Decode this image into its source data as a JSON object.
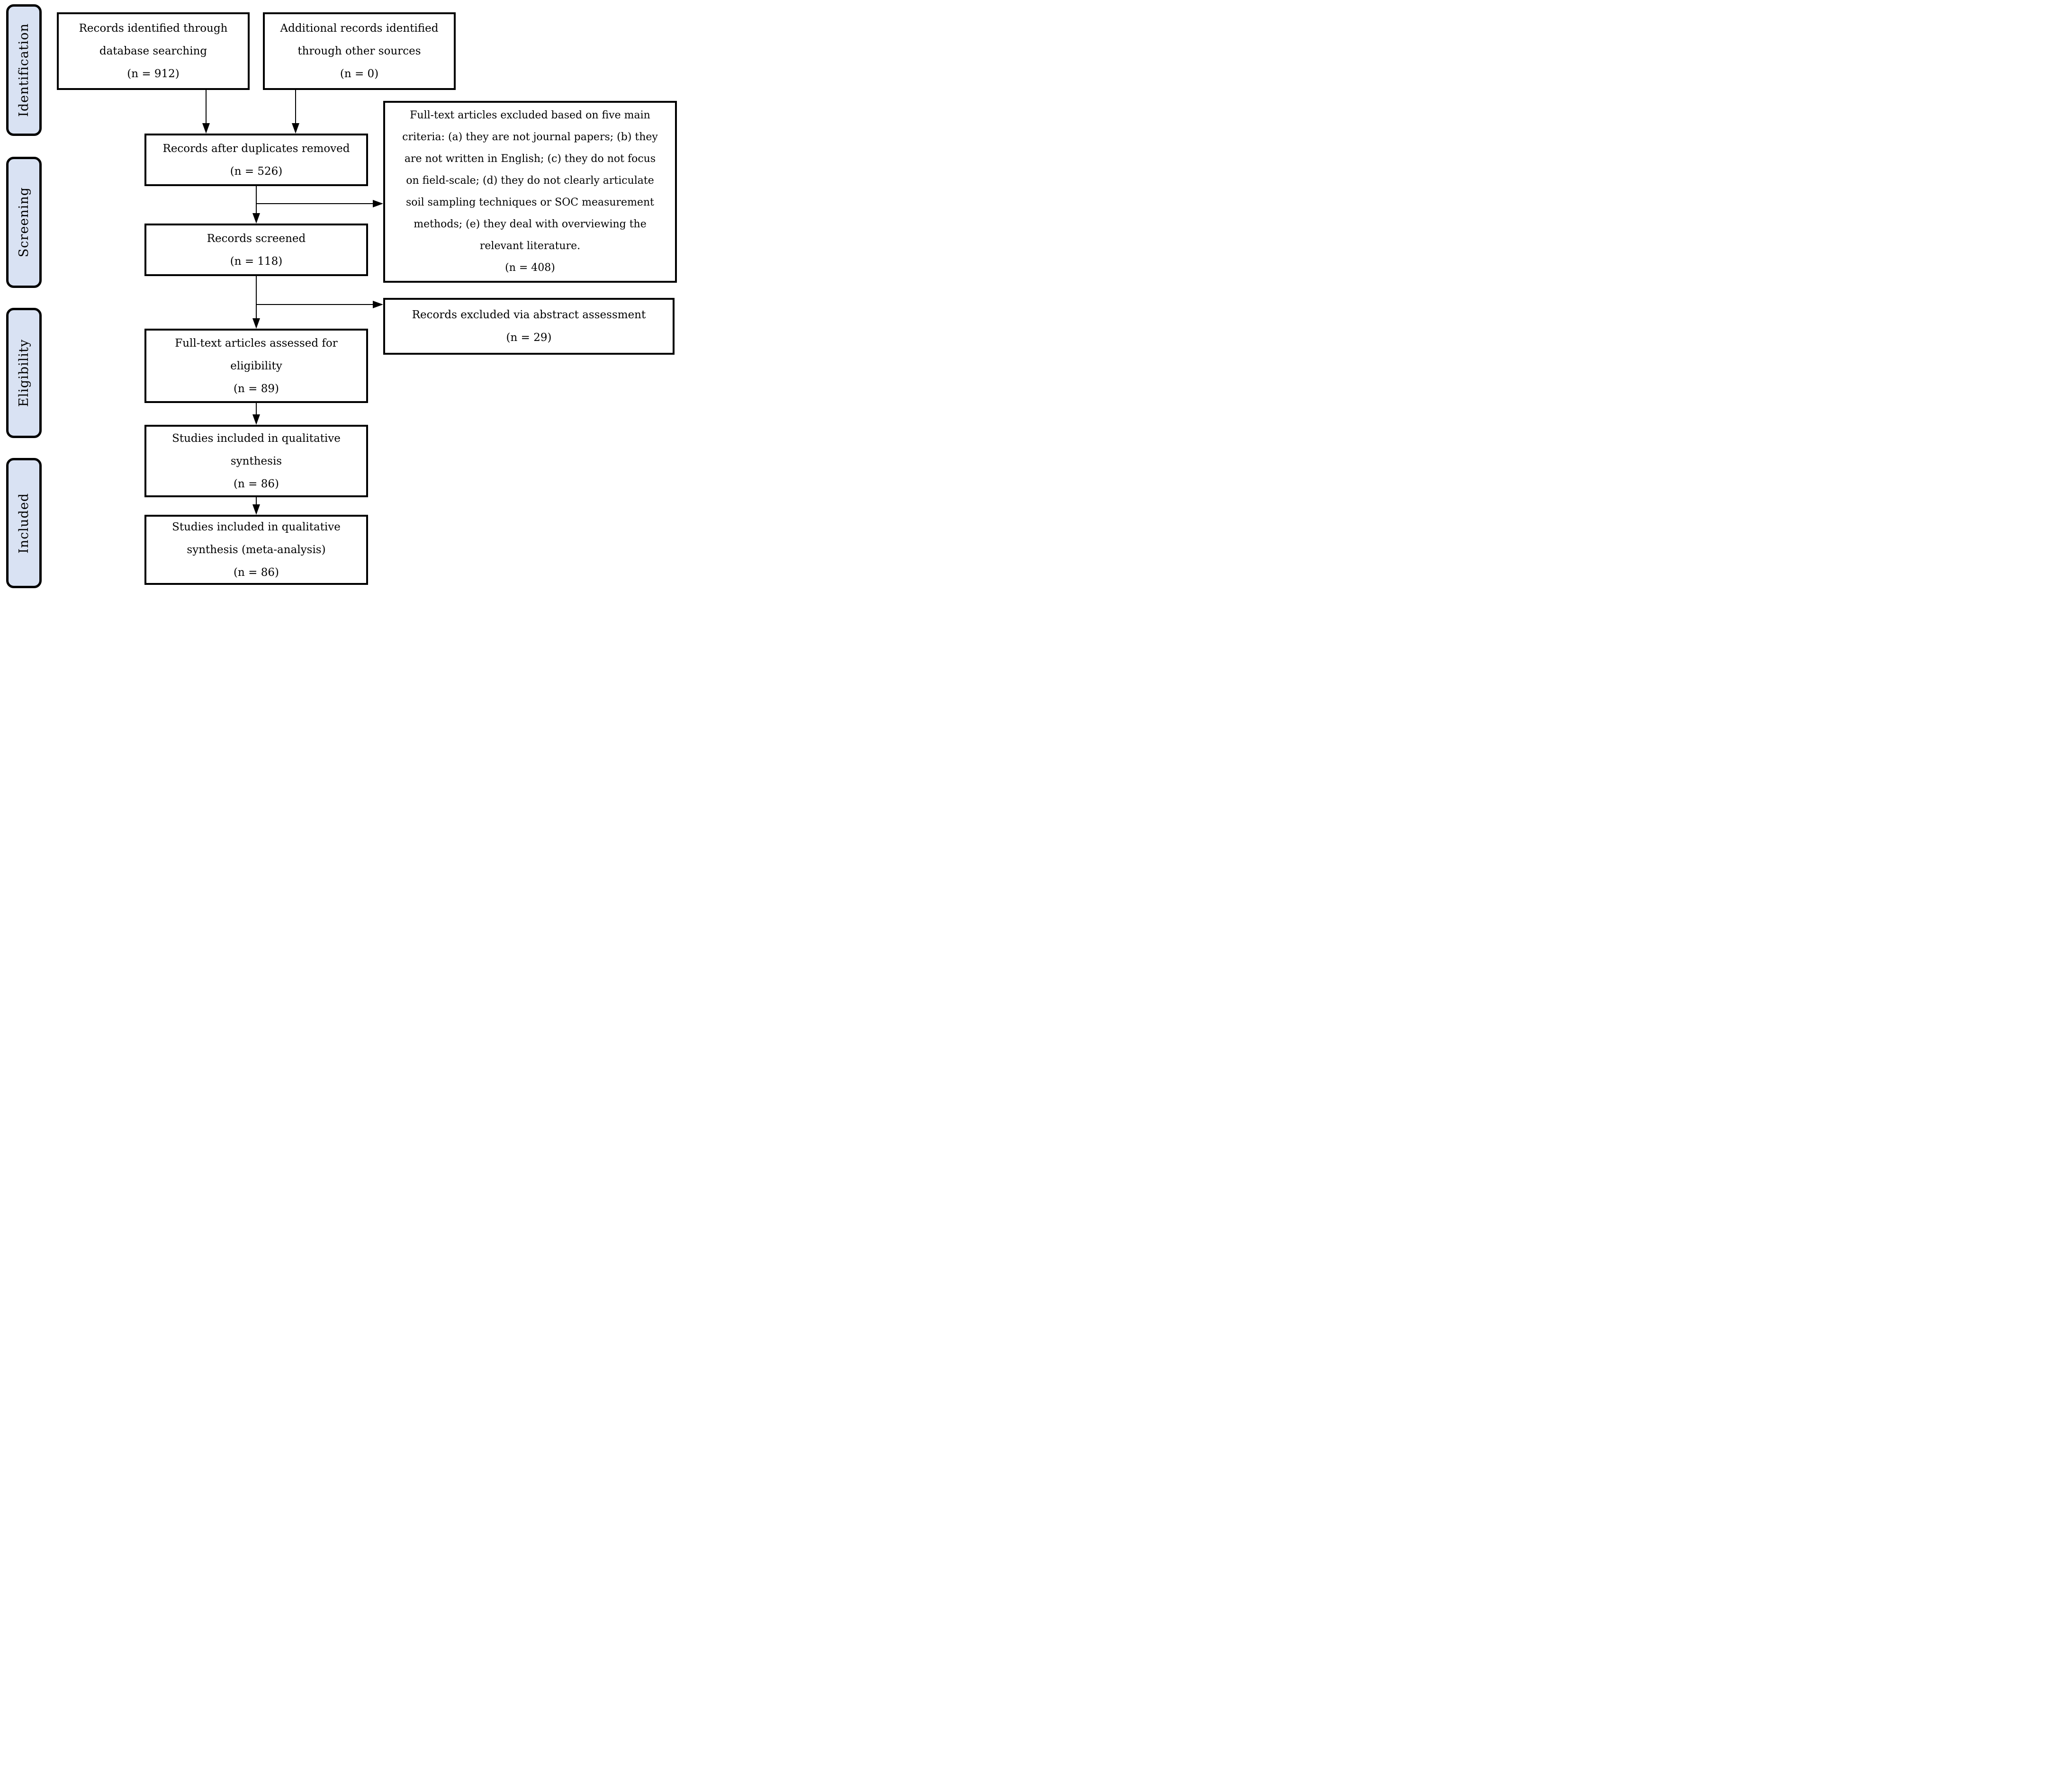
{
  "sidebar": {
    "items": [
      {
        "label": "Identification"
      },
      {
        "label": "Screening"
      },
      {
        "label": "Eligibility"
      },
      {
        "label": "Included"
      }
    ]
  },
  "flow": {
    "identified_db": {
      "lines": [
        "Records identified through",
        "database searching",
        "(n = 912)"
      ]
    },
    "identified_other": {
      "lines": [
        "Additional records identified",
        "through other sources",
        "(n = 0)"
      ]
    },
    "after_duplicates": {
      "lines": [
        "Records after duplicates removed",
        "(n = 526)"
      ]
    },
    "screened": {
      "lines": [
        "Records screened",
        "(n = 118)"
      ]
    },
    "fulltext_assessed": {
      "lines": [
        "Full-text articles assessed for",
        "eligibility",
        "(n = 89)"
      ]
    },
    "qualitative": {
      "lines": [
        "Studies included in qualitative",
        "synthesis",
        "(n = 86)"
      ]
    },
    "meta_analysis": {
      "lines": [
        "Studies included in qualitative",
        "synthesis (meta-analysis)",
        "(n = 86)"
      ]
    },
    "fulltext_excluded": {
      "lines": [
        "Full-text articles excluded based on five main",
        "criteria: (a) they are not journal papers; (b) they",
        "are not written in English; (c) they do not focus",
        "on field-scale; (d) they do not clearly articulate",
        "soil sampling techniques or SOC measurement",
        "methods; (e) they deal with overviewing the",
        "relevant literature.",
        "(n = 408)"
      ]
    },
    "abstract_excluded": {
      "lines": [
        "Records excluded via abstract assessment",
        "(n = 29)"
      ]
    }
  },
  "colors": {
    "stage_fill": "#d9e2f3",
    "line": "#000000"
  }
}
